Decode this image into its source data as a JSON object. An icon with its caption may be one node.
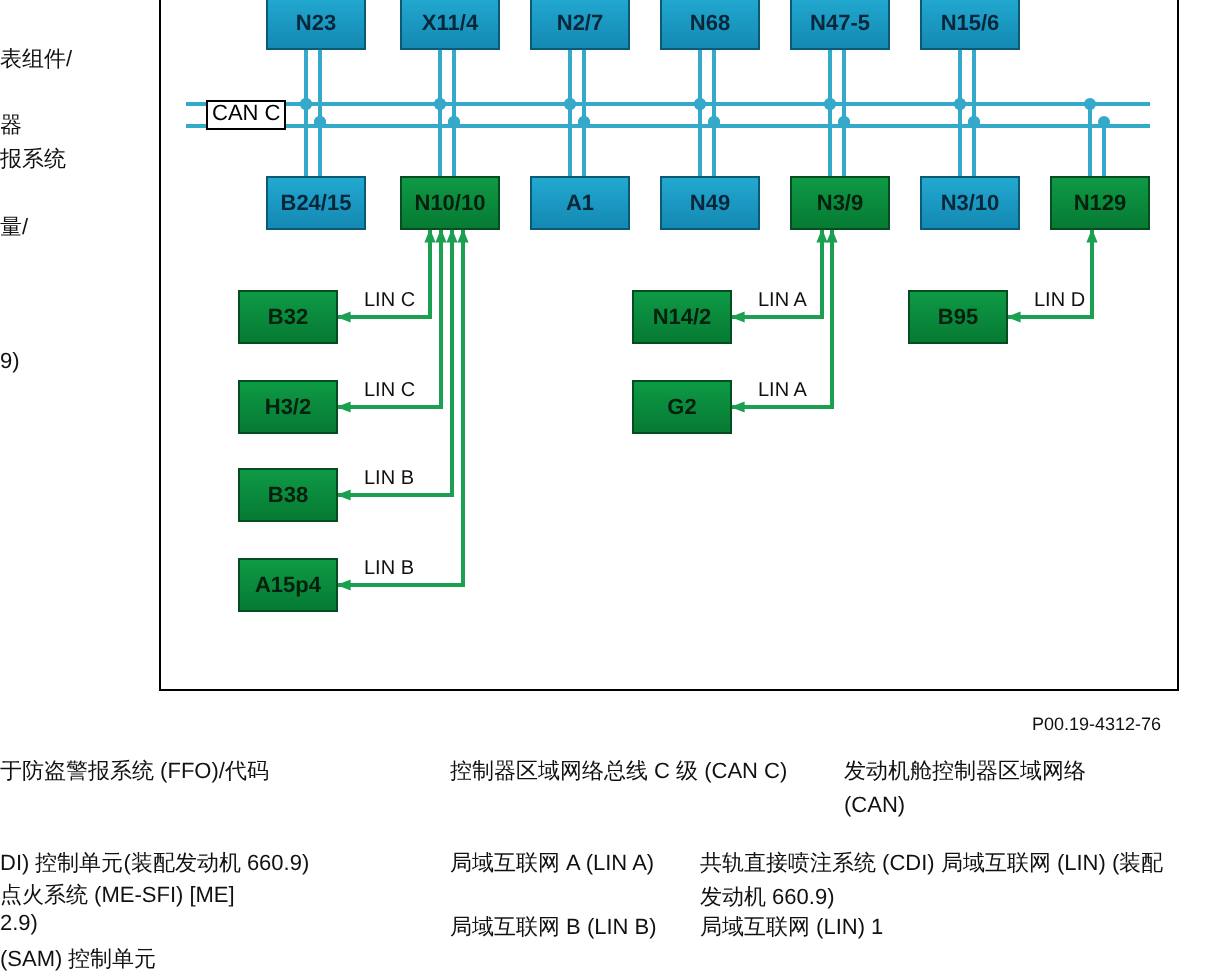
{
  "diagram": {
    "nodes": [
      {
        "text": [
          "N23"
        ]
      },
      {
        "text": [
          "X11/4"
        ]
      },
      {
        "text": [
          "N2/7"
        ]
      },
      {
        "text": [
          "N68"
        ]
      },
      {
        "text": [
          "N47-5"
        ]
      },
      {
        "text": [
          "N15/6"
        ]
      },
      {
        "text": [
          "CAN C"
        ]
      },
      {
        "text": [
          "B24/15"
        ]
      },
      {
        "text": [
          "N10/10"
        ]
      },
      {
        "text": [
          "A1"
        ]
      },
      {
        "text": [
          "N49"
        ]
      },
      {
        "text": [
          "N3/9"
        ]
      },
      {
        "text": [
          "N3/10"
        ]
      },
      {
        "text": [
          "N129"
        ]
      },
      {
        "text": [
          "B32"
        ]
      },
      {
        "text": [
          "N14/2"
        ]
      },
      {
        "text": [
          "B95"
        ]
      },
      {
        "text": [
          "H3/2"
        ]
      },
      {
        "text": [
          "G2"
        ]
      },
      {
        "text": [
          "B38"
        ]
      },
      {
        "text": [
          "A15p4"
        ]
      }
    ],
    "edges": [
      {
        "from": 0,
        "to": 6,
        "arrow": "other"
      },
      {
        "from": 1,
        "to": 6,
        "arrow": "other"
      },
      {
        "from": 2,
        "to": 6,
        "arrow": "other"
      },
      {
        "from": 3,
        "to": 6,
        "arrow": "other"
      },
      {
        "from": 4,
        "to": 6,
        "arrow": "other"
      },
      {
        "from": 5,
        "to": 6,
        "arrow": "other"
      },
      {
        "from": 7,
        "to": 6,
        "arrow": "other"
      },
      {
        "from": 8,
        "to": 6,
        "arrow": "other"
      },
      {
        "from": 9,
        "to": 6,
        "arrow": "other"
      },
      {
        "from": 10,
        "to": 6,
        "arrow": "other"
      },
      {
        "from": 11,
        "to": 6,
        "arrow": "other"
      },
      {
        "from": 12,
        "to": 6,
        "arrow": "other"
      },
      {
        "from": 13,
        "to": 6,
        "arrow": "other"
      },
      {
        "from": 8,
        "to": 14,
        "arrow": "both",
        "label": "LIN C",
        "color": "#1aa050"
      },
      {
        "from": 8,
        "to": 17,
        "arrow": "both",
        "label": "LIN C",
        "color": "#1aa050"
      },
      {
        "from": 8,
        "to": 19,
        "arrow": "both",
        "label": "LIN B",
        "color": "#1aa050"
      },
      {
        "from": 8,
        "to": 20,
        "arrow": "both",
        "label": "LIN B",
        "color": "#1aa050"
      },
      {
        "from": 11,
        "to": 15,
        "arrow": "both",
        "label": "LIN A",
        "color": "#1aa050"
      },
      {
        "from": 11,
        "to": 18,
        "arrow": "both",
        "label": "LIN A",
        "color": "#1aa050"
      },
      {
        "from": 13,
        "to": 16,
        "arrow": "both",
        "label": "LIN D",
        "color": "#1aa050"
      }
    ],
    "labels": [
      "表组件/",
      "器",
      "报系统",
      "量/",
      "9)",
      "P00.19-4312-76",
      "于防盗警报系统 (FFO)/代码",
      "控制器区域网络总线 C 级 (CAN C)",
      "发动机舱控制器区域网络 (CAN)",
      "DI) 控制单元(装配发动机 660.9)",
      "局域互联网 A (LIN A)",
      "共轨直接喷注系统 (CDI) 局域互联网 (LIN) (装配发动机 660.9)",
      "点火系统 (ME-SFI) [ME]",
      "2.9)",
      "局域互联网 B (LIN B)",
      "局域互联网 (LIN) 1",
      "(SAM) 控制单元"
    ]
  }
}
